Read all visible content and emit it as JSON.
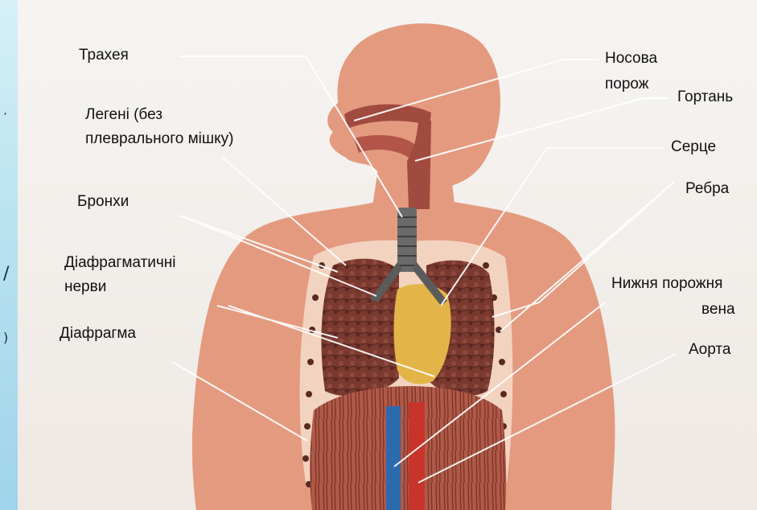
{
  "diagram": {
    "labels": {
      "trachea": "Трахея",
      "lungs_line1": "Легені (без",
      "lungs_line2": "плеврального мішку)",
      "bronchi": "Бронхи",
      "phrenic_line1": "Діафрагматичні",
      "phrenic_line2": "нерви",
      "diaphragm": "Діафрагма",
      "nasal_line1": "Носова",
      "nasal_line2": "порож",
      "larynx": "Гортань",
      "heart": "Серце",
      "ribs": "Ребра",
      "ivc_line1": "Нижня порожня",
      "ivc_line2": "вена",
      "aorta": "Аорта"
    },
    "colors": {
      "skin": "#e49a7f",
      "skin_dark": "#d0836a",
      "lung": "#7a3a30",
      "heart": "#e3b548",
      "vena": "#2c6ab0",
      "aorta": "#c8342a",
      "diaphragm": "#a24a3a",
      "airway": "#a04a40"
    }
  }
}
